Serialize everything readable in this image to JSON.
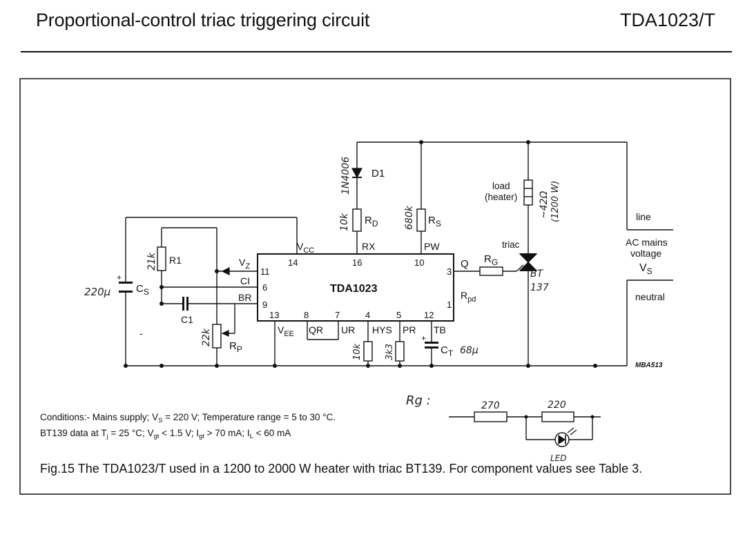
{
  "header": {
    "title": "Proportional-control triac triggering circuit",
    "part_number": "TDA1023/T"
  },
  "ic": {
    "name": "TDA1023",
    "pins_top": [
      {
        "num": "14",
        "name": "V",
        "sub": "CC"
      },
      {
        "num": "16",
        "name": "RX"
      },
      {
        "num": "10",
        "name": "PW"
      }
    ],
    "pins_left": [
      {
        "num": "11",
        "name": "V",
        "sub": "Z"
      },
      {
        "num": "6",
        "name": "CI"
      },
      {
        "num": "9",
        "name": "BR"
      }
    ],
    "pins_right": [
      {
        "num": "3",
        "name": "Q"
      },
      {
        "num": "1",
        "name": "R",
        "sub": "pd"
      }
    ],
    "pins_bottom": [
      {
        "num": "13",
        "name": "V",
        "sub": "EE"
      },
      {
        "num": "8",
        "name": "QR"
      },
      {
        "num": "7",
        "name": "UR"
      },
      {
        "num": "4",
        "name": "HYS"
      },
      {
        "num": "5",
        "name": "PR"
      },
      {
        "num": "12",
        "name": "TB"
      }
    ]
  },
  "components": {
    "d1": "D1",
    "rd_main": "R",
    "rd_sub": "D",
    "rs_main": "R",
    "rs_sub": "S",
    "r1": "R1",
    "cs_main": "C",
    "cs_sub": "S",
    "c1": "C1",
    "rp_main": "R",
    "rp_sub": "P",
    "rg_main": "R",
    "rg_sub": "G",
    "ct_main": "C",
    "ct_sub": "T",
    "load_line1": "load",
    "load_line2": "(heater)",
    "triac": "triac",
    "line": "line",
    "mains_line1": "AC mains",
    "mains_line2": "voltage",
    "vs_main": "V",
    "vs_sub": "S",
    "neutral": "neutral",
    "plus": "+",
    "minus": "-",
    "drawing_ref": "MBA513"
  },
  "handwritten": {
    "d1_part": "1N4006",
    "rd_value": "10k",
    "rs_value": "680k",
    "load_value": "~42Ω",
    "load_power": "(1200 W)",
    "triac_part_1": "BT",
    "triac_part_2": "137",
    "r1_value": "21k",
    "cs_value": "220μ",
    "rp_value": "22k",
    "hys_value": "10k",
    "pr_value": "3k3",
    "ct_value": "68μ",
    "rg_note": "Rg :",
    "rg_r1": "270",
    "rg_r2": "220",
    "led": "LED"
  },
  "conditions": {
    "line1_a": "Conditions:- Mains supply; V",
    "line1_sub": "S",
    "line1_b": " = 220 V; Temperature range = 5 to 30 °C.",
    "line2_a": "BT139 data at T",
    "line2_sub1": "j",
    "line2_b": " = 25 °C; V",
    "line2_sub2": "gt",
    "line2_c": " < 1.5 V; I",
    "line2_sub3": "gt",
    "line2_d": " > 70 mA; I",
    "line2_sub4": "L",
    "line2_e": " < 60 mA"
  },
  "caption": "Fig.15  The TDA1023/T used in a 1200 to 2000 W heater with triac BT139. For component values see Table 3."
}
